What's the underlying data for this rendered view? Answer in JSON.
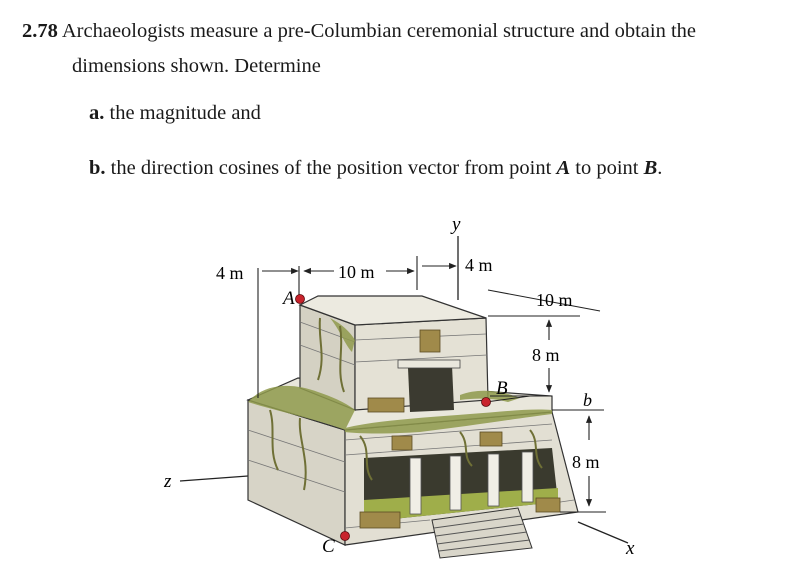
{
  "problem": {
    "number": "2.78",
    "line1": "Archaeologists measure a pre-Columbian ceremonial structure and obtain the",
    "line2": "dimensions shown. Determine"
  },
  "parts": [
    {
      "label": "a.",
      "text": "the magnitude and"
    },
    {
      "label": "b.",
      "text_before": "the direction cosines of the position vector from point ",
      "point_a": "A",
      "text_mid": " to point ",
      "point_b": "B",
      "text_end": "."
    }
  ],
  "figure": {
    "dims": {
      "left_4m": "4 m",
      "top_10m": "10 m",
      "top_4m": "4 m",
      "right_10m": "10 m",
      "right_8m_upper": "8 m",
      "right_b": "b",
      "right_8m_lower": "8 m"
    },
    "axes": {
      "y": "y",
      "z": "z",
      "x": "x"
    },
    "points": {
      "A": "A",
      "B": "B",
      "C": "C"
    },
    "colors": {
      "stone": "#e4e2d8",
      "stone_dark": "#bdb9aa",
      "moss": "#8f9a4c",
      "vine": "#6f7036",
      "point": "#c8232c",
      "line": "#222222"
    }
  }
}
